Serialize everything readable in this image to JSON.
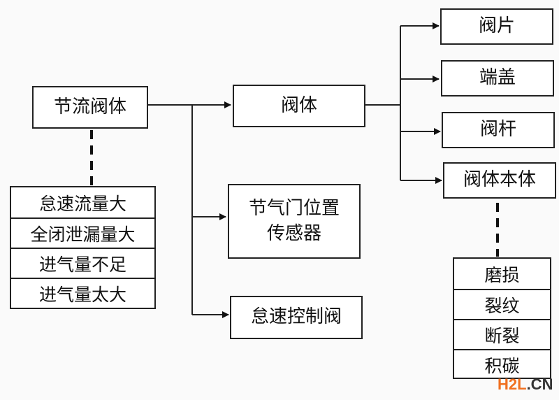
{
  "diagram": {
    "root": "节流阀体",
    "root_faults": [
      "怠速流量大",
      "全闭泄漏量大",
      "进气量不足",
      "进气量太大"
    ],
    "components": {
      "valve_body": "阀体",
      "sensor": "节气门位置传感器",
      "sensor_lines": [
        "节气门位置",
        "传感器"
      ],
      "idle_valve": "怠速控制阀"
    },
    "valve_body_parts": [
      "阀片",
      "端盖",
      "阀杆",
      "阀体本体"
    ],
    "body_faults": [
      "磨损",
      "裂纹",
      "断裂",
      "积碳"
    ]
  },
  "watermark": {
    "part1": "H2L",
    "part2": ".CN",
    "accent_color": "#f07020"
  }
}
